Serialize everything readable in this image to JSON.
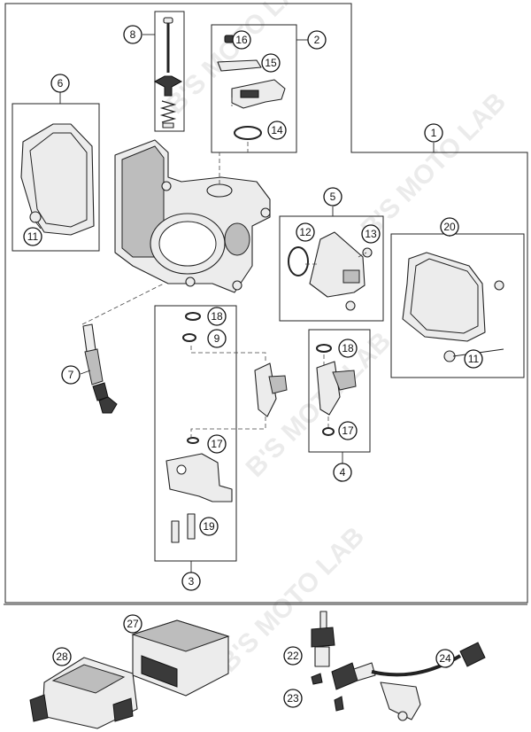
{
  "watermark": "B'S MOTO LAB",
  "callouts": [
    {
      "id": "c1",
      "text": "1"
    },
    {
      "id": "c2",
      "text": "2"
    },
    {
      "id": "c3",
      "text": "3"
    },
    {
      "id": "c4",
      "text": "4"
    },
    {
      "id": "c5",
      "text": "5"
    },
    {
      "id": "c6",
      "text": "6"
    },
    {
      "id": "c7",
      "text": "7"
    },
    {
      "id": "c8",
      "text": "8"
    },
    {
      "id": "c9",
      "text": "9"
    },
    {
      "id": "c11a",
      "text": "11"
    },
    {
      "id": "c11b",
      "text": "11"
    },
    {
      "id": "c12",
      "text": "12"
    },
    {
      "id": "c13",
      "text": "13"
    },
    {
      "id": "c14",
      "text": "14"
    },
    {
      "id": "c15",
      "text": "15"
    },
    {
      "id": "c16",
      "text": "16"
    },
    {
      "id": "c17a",
      "text": "17"
    },
    {
      "id": "c17b",
      "text": "17"
    },
    {
      "id": "c18a",
      "text": "18"
    },
    {
      "id": "c18b",
      "text": "18"
    },
    {
      "id": "c19",
      "text": "19"
    },
    {
      "id": "c20",
      "text": "20"
    },
    {
      "id": "c22",
      "text": "22"
    },
    {
      "id": "c23",
      "text": "23"
    },
    {
      "id": "c24",
      "text": "24"
    },
    {
      "id": "c27",
      "text": "27"
    },
    {
      "id": "c28",
      "text": "28"
    }
  ]
}
